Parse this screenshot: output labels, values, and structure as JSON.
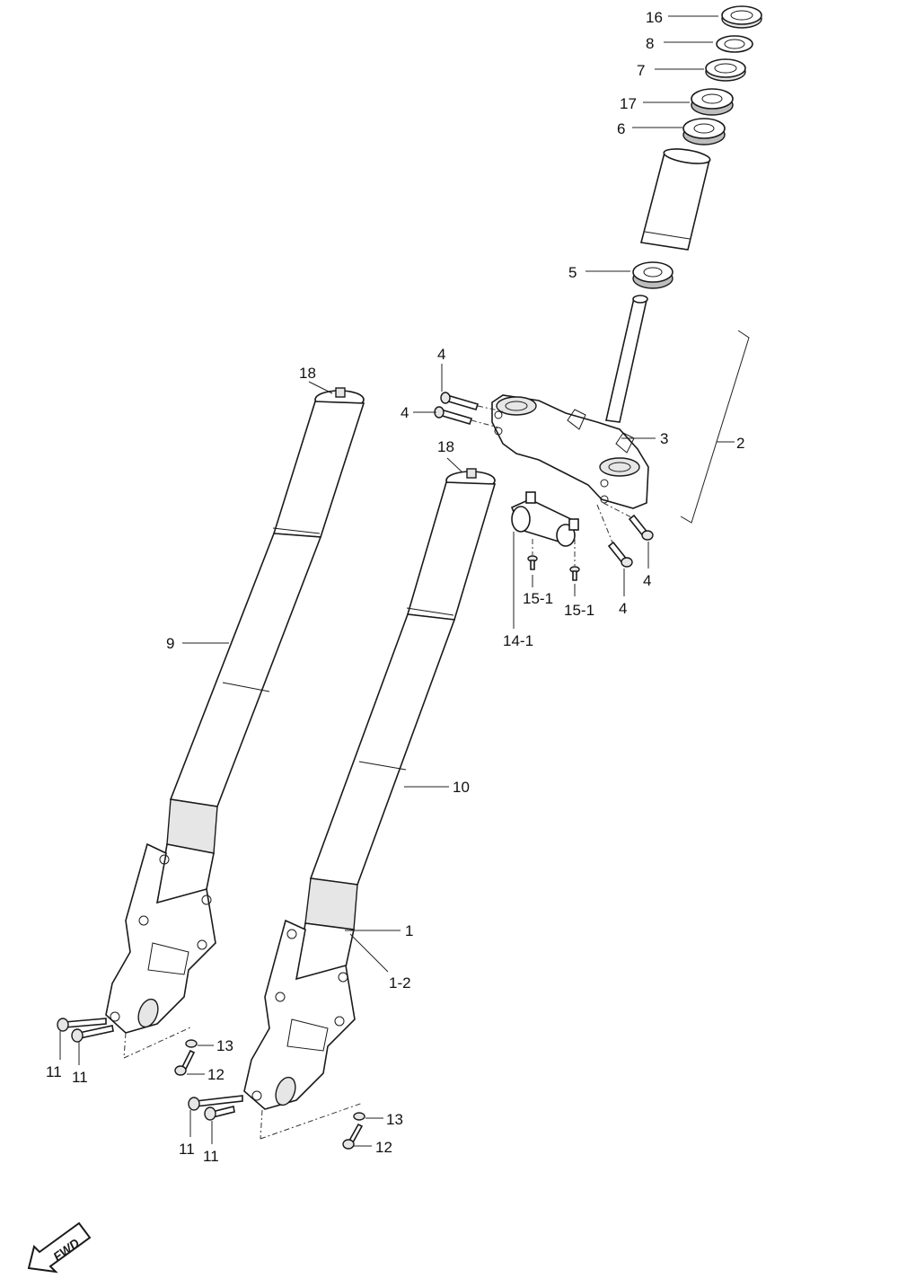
{
  "labels": {
    "p16": "16",
    "p8": "8",
    "p7": "7",
    "p17": "17",
    "p6": "6",
    "p5": "5",
    "p3": "3",
    "p2": "2",
    "p4a": "4",
    "p4b": "4",
    "p4c": "4",
    "p4d": "4",
    "p18a": "18",
    "p18b": "18",
    "p15a": "15-1",
    "p15b": "15-1",
    "p14": "14-1",
    "p9": "9",
    "p10": "10",
    "p1": "1",
    "p12a": "1-2",
    "p11a": "11",
    "p11b": "11",
    "p11c": "11",
    "p11d": "11",
    "p13a": "13",
    "p13b": "13",
    "p12b": "12",
    "p12c": "12"
  },
  "fwd": {
    "text": "FWD"
  },
  "colors": {
    "line": "#1a1a1a",
    "fill": "#e6e6e6",
    "background": "#ffffff"
  }
}
